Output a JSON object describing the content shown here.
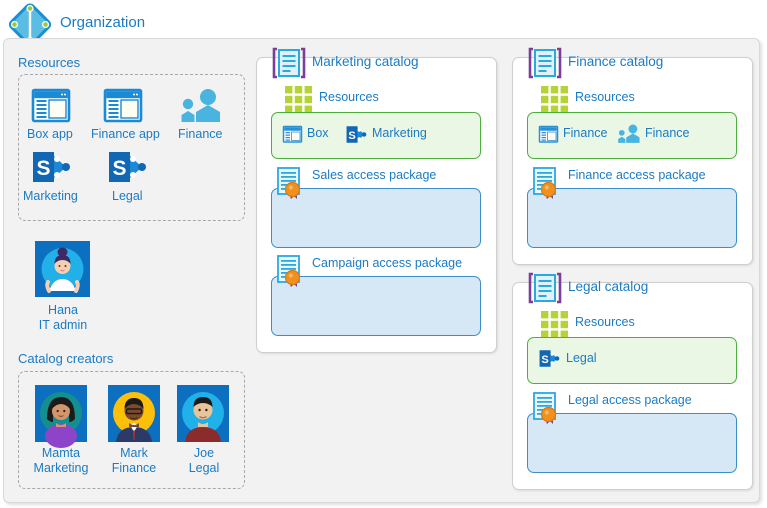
{
  "diagram": {
    "title": "Organization",
    "logo_icon": "azure-active-directory-icon"
  },
  "organization": {
    "resources_heading": "Resources",
    "resources": [
      {
        "label": "Box app",
        "icon": "app-window-icon"
      },
      {
        "label": "Finance app",
        "icon": "app-window-icon"
      },
      {
        "label": "Finance",
        "icon": "group-people-icon"
      },
      {
        "label": "Marketing",
        "icon": "sharepoint-icon"
      },
      {
        "label": "Legal",
        "icon": "sharepoint-icon"
      }
    ],
    "admin": {
      "name": "Hana",
      "role": "IT admin",
      "icon": "avatar-hana"
    },
    "catalog_creators_heading": "Catalog creators",
    "catalog_creators": [
      {
        "name": "Mamta",
        "team": "Marketing",
        "icon": "avatar-mamta"
      },
      {
        "name": "Mark",
        "team": "Finance",
        "icon": "avatar-mark"
      },
      {
        "name": "Joe",
        "team": "Legal",
        "icon": "avatar-joe"
      }
    ]
  },
  "catalogs": [
    {
      "title": "Marketing catalog",
      "icon": "catalog-icon",
      "resources_label": "Resources",
      "resources_grid_icon": "green-grid-icon",
      "resources": [
        {
          "label": "Box",
          "icon": "app-window-icon"
        },
        {
          "label": "Marketing",
          "icon": "sharepoint-icon"
        }
      ],
      "access_packages": [
        {
          "title": "Sales access package",
          "icon": "access-package-icon"
        },
        {
          "title": "Campaign access package",
          "icon": "access-package-icon"
        }
      ]
    },
    {
      "title": "Finance catalog",
      "icon": "catalog-icon",
      "resources_label": "Resources",
      "resources_grid_icon": "green-grid-icon",
      "resources": [
        {
          "label": "Finance",
          "icon": "app-window-icon"
        },
        {
          "label": "Finance",
          "icon": "group-people-icon"
        }
      ],
      "access_packages": [
        {
          "title": "Finance access package",
          "icon": "access-package-icon"
        }
      ]
    },
    {
      "title": "Legal catalog",
      "icon": "catalog-icon",
      "resources_label": "Resources",
      "resources_grid_icon": "green-grid-icon",
      "resources": [
        {
          "label": "Legal",
          "icon": "sharepoint-icon"
        }
      ],
      "access_packages": [
        {
          "title": "Legal access package",
          "icon": "access-package-icon"
        }
      ]
    }
  ],
  "colors": {
    "label_blue": "#1b7bc4",
    "panel_bg": "#f2f2f2",
    "resource_green_bg": "#e9f7e4",
    "resource_green_border": "#4caf3f",
    "package_blue_bg": "#d6e7f5",
    "package_blue_border": "#3c8dc8",
    "catalog_bracket_purple": "#7b3f98",
    "grid_green": "#b5d334",
    "avatar_frame_blue": "#0d6fc0",
    "seal_orange": "#f2901e"
  }
}
